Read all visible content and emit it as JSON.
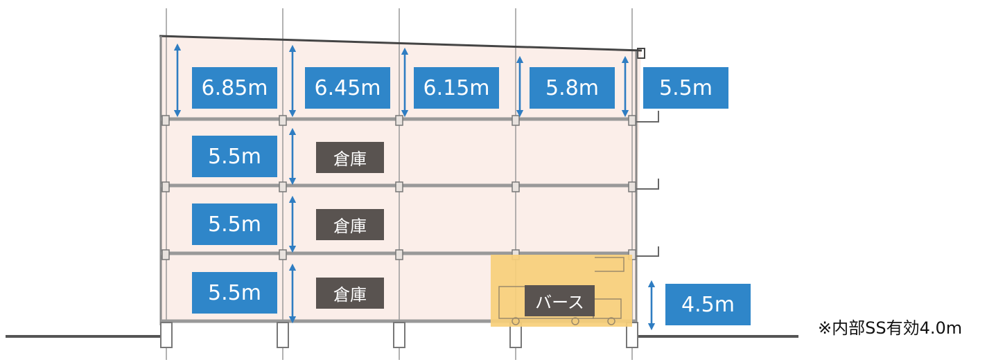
{
  "colors": {
    "building_fill": "#fbeee9",
    "berth_fill": "#f7cf79",
    "label_bg": "#2f86c9",
    "arrow": "#2f7dc2",
    "room_tag_bg": "#595350",
    "structure": "#8a8a8a"
  },
  "heights": {
    "roof": [
      "6.85m",
      "6.45m",
      "6.15m",
      "5.8m",
      "5.5m"
    ],
    "floor4": "5.5m",
    "floor3": "5.5m",
    "floor2": "5.5m",
    "berth": "4.5m"
  },
  "rooms": {
    "floor4": "倉庫",
    "floor3": "倉庫",
    "floor2": "倉庫",
    "berth": "バース"
  },
  "note": "※内部SS有効4.0m"
}
